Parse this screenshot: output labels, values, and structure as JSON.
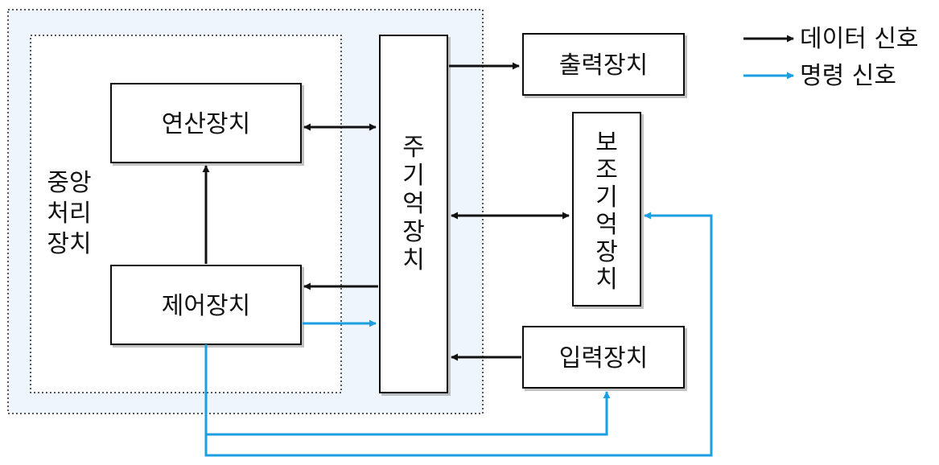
{
  "legend": {
    "data_signal": "데이터 신호",
    "command_signal": "명령 신호"
  },
  "colors": {
    "data_signal": "#111111",
    "command_signal": "#1a9fe0",
    "cpu_region_fill": "#eef5fc",
    "box_border": "#111111"
  },
  "cpu": {
    "label_lines": [
      "중앙",
      "처리",
      "장치"
    ]
  },
  "blocks": {
    "alu": "연산장치",
    "control_unit": "제어장치",
    "main_memory_chars": [
      "주",
      "기",
      "억",
      "장",
      "치"
    ],
    "output_unit": "출력장치",
    "secondary_storage_chars": [
      "보",
      "조",
      "기",
      "억",
      "장",
      "치"
    ],
    "input_unit": "입력장치"
  }
}
